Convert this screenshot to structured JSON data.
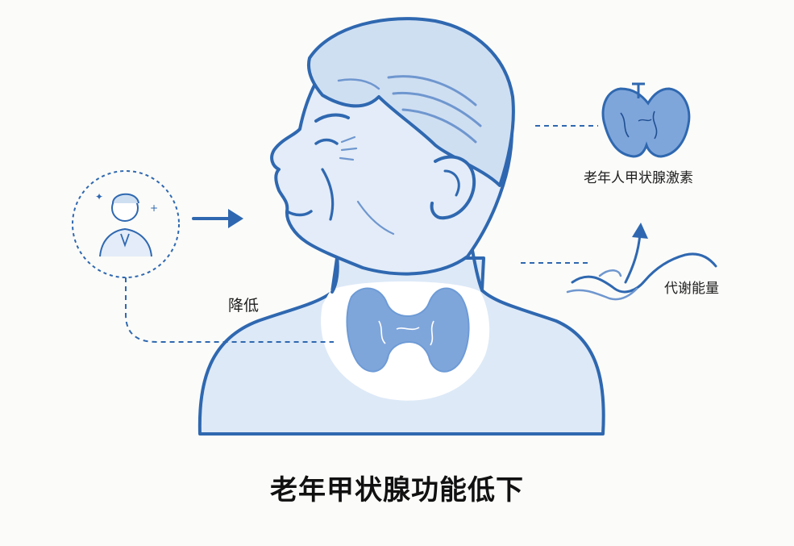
{
  "title": "老年甲状腺功能低下",
  "labels": {
    "reduce": "降低",
    "hormone": "老年人甲状腺激素",
    "metabolism": "代谢能量"
  },
  "icons": {
    "elder_avatar": "elderly-person-icon",
    "arrow": "right-arrow-icon",
    "thyroid": "thyroid-gland-icon",
    "metabolism": "wave-up-arrow-icon"
  },
  "colors": {
    "line": "#2f68b0",
    "fill_light": "#dde9f7",
    "fill_mid": "#7fa6db",
    "background": "#fbfbf9"
  }
}
